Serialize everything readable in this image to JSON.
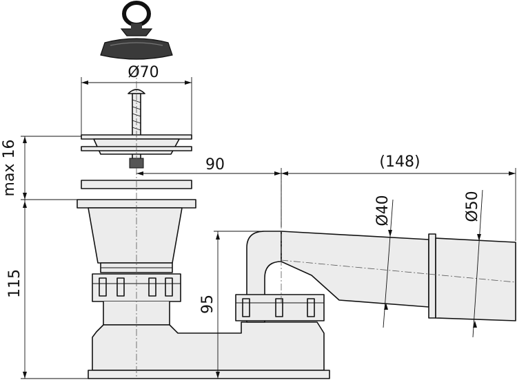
{
  "dimensions": {
    "d70": "Ø70",
    "max16": "max 16",
    "l90": "90",
    "l148": "(148)",
    "d40": "Ø40",
    "d50": "Ø50",
    "h115": "115",
    "h95": "95"
  },
  "colors": {
    "line": "#111111",
    "part_fill": "#ececec",
    "stopper_fill": "#3a3a3a",
    "background": "#ffffff"
  }
}
